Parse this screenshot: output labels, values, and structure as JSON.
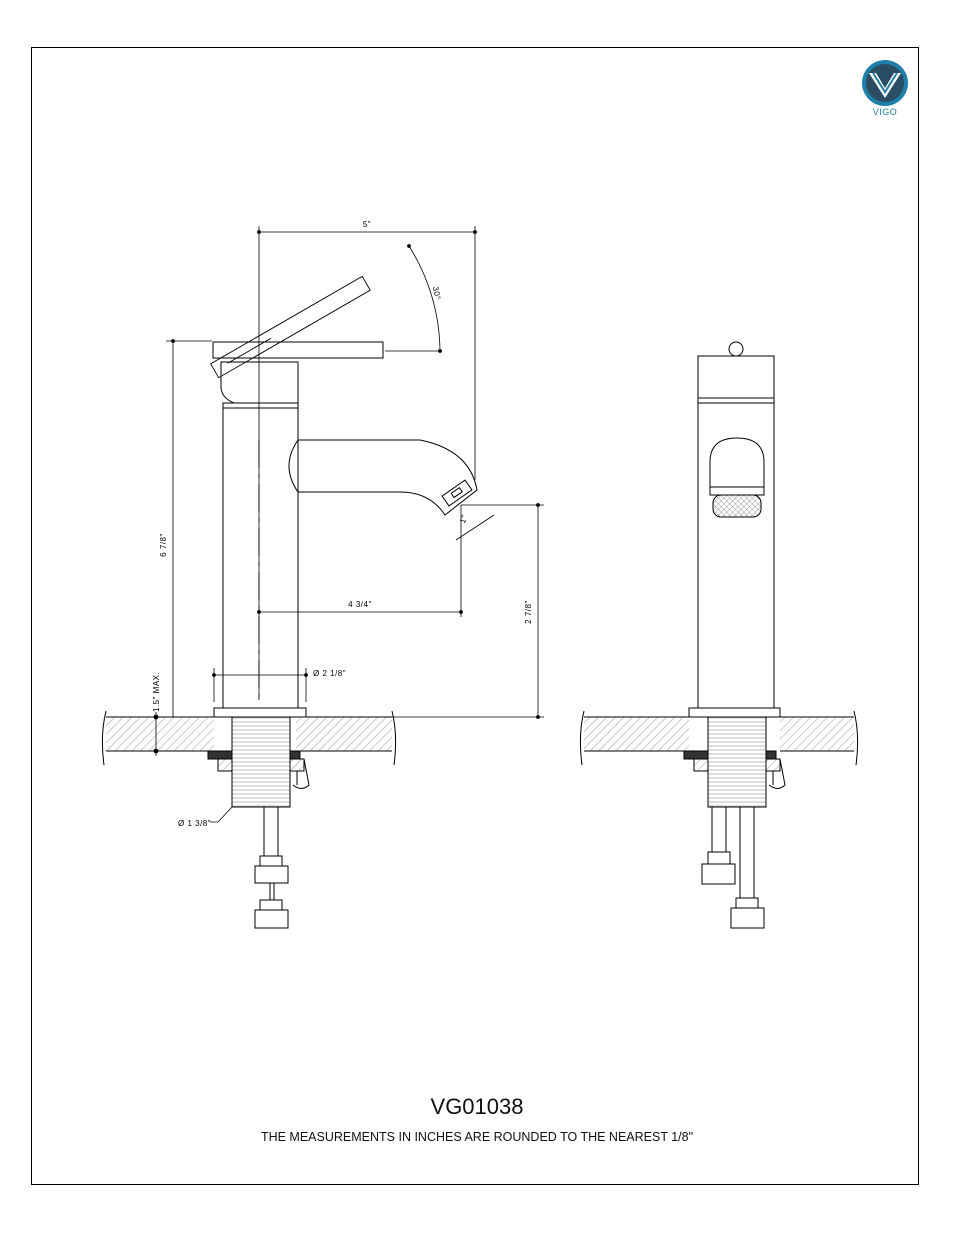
{
  "title_block": {
    "model_number": "VG01038",
    "note": "THE MEASUREMENTS IN INCHES ARE ROUNDED TO THE NEAREST 1/8\""
  },
  "logo": {
    "text": "VIGO",
    "icon": "vigo-v-logo-icon",
    "colors": {
      "ring": "#1f7fa8",
      "inner": "#2a4d63",
      "v": "#ffffff"
    }
  },
  "dimensions": {
    "handle_reach": "5\"",
    "handle_angle": "30°",
    "total_height": "6 7/8\"",
    "spout_reach": "4 3/4\"",
    "aerator": "1\"",
    "spout_height": "2 7/8\"",
    "base_diameter": "Ø 2 1/8\"",
    "deck_thickness": "1.5\" MAX.",
    "shank_diameter": "Ø 1 3/8\""
  }
}
